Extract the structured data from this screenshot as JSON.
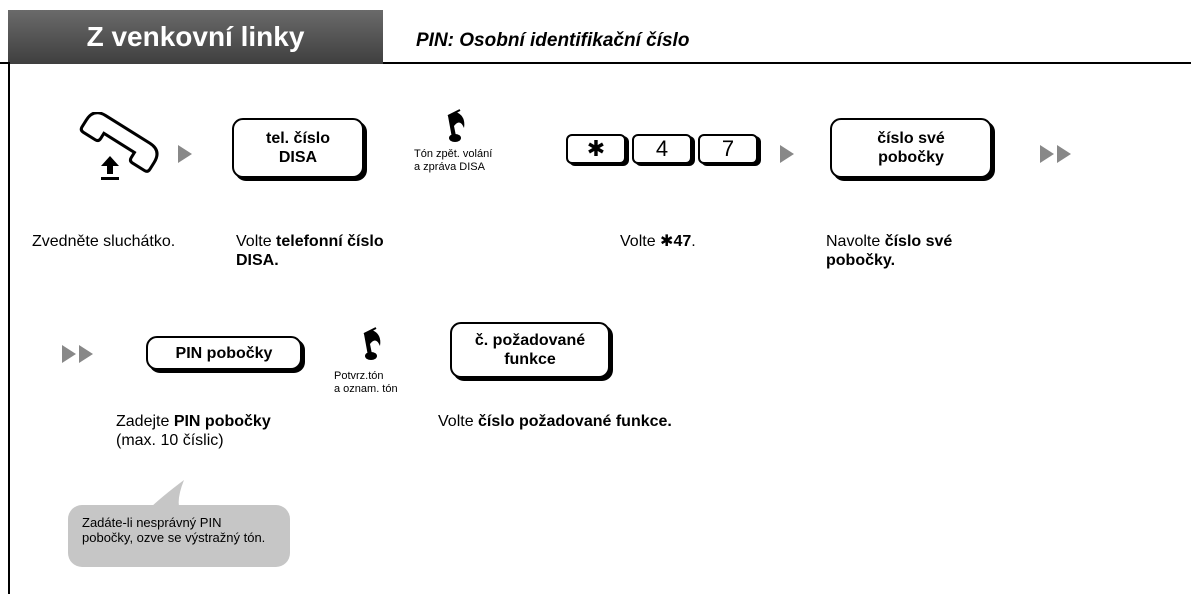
{
  "header": {
    "title": "Z venkovní linky",
    "subtitle": "PIN: Osobní identifikační číslo"
  },
  "steps": {
    "offhook": {
      "desc": "Zvedněte sluchátko."
    },
    "disa": {
      "key_line1": "tel. číslo",
      "key_line2": "DISA",
      "desc_prefix": "Volte ",
      "desc_bold": "telefonní číslo DISA."
    },
    "tone1": {
      "line1": "Tón zpět. volání",
      "line2": "a zpráva DISA"
    },
    "keypad": {
      "keys": [
        "✱",
        "4",
        "7"
      ],
      "desc_prefix": "Volte ",
      "desc_star": "✱",
      "desc_bold": "47",
      "desc_suffix": "."
    },
    "extension": {
      "key_line1": "číslo své",
      "key_line2": "pobočky",
      "desc_prefix": "Navolte ",
      "desc_bold": "číslo své pobočky."
    },
    "pin": {
      "key": "PIN pobočky",
      "desc_prefix": "Zadejte ",
      "desc_bold": "PIN pobočky",
      "desc_line2": "(max. 10 číslic)"
    },
    "tone2": {
      "line1": "Potvrz.tón",
      "line2": "a oznam. tón"
    },
    "feature": {
      "key_line1": "č. požadované",
      "key_line2": "funkce",
      "desc_prefix": "Volte ",
      "desc_bold": "číslo požadované funkce."
    }
  },
  "note": {
    "text": "Zadáte-li nesprávný PIN pobočky, ozve se výstražný tón."
  },
  "icons": {
    "handset": "handset-offhook-icon",
    "tone": "musical-note-icon",
    "next": "next-arrow-icon",
    "continue": "double-arrow-icon"
  },
  "colors": {
    "header_bg": "#4f4f4f",
    "arrow": "#888888",
    "note_bg": "#c6c6c6"
  }
}
